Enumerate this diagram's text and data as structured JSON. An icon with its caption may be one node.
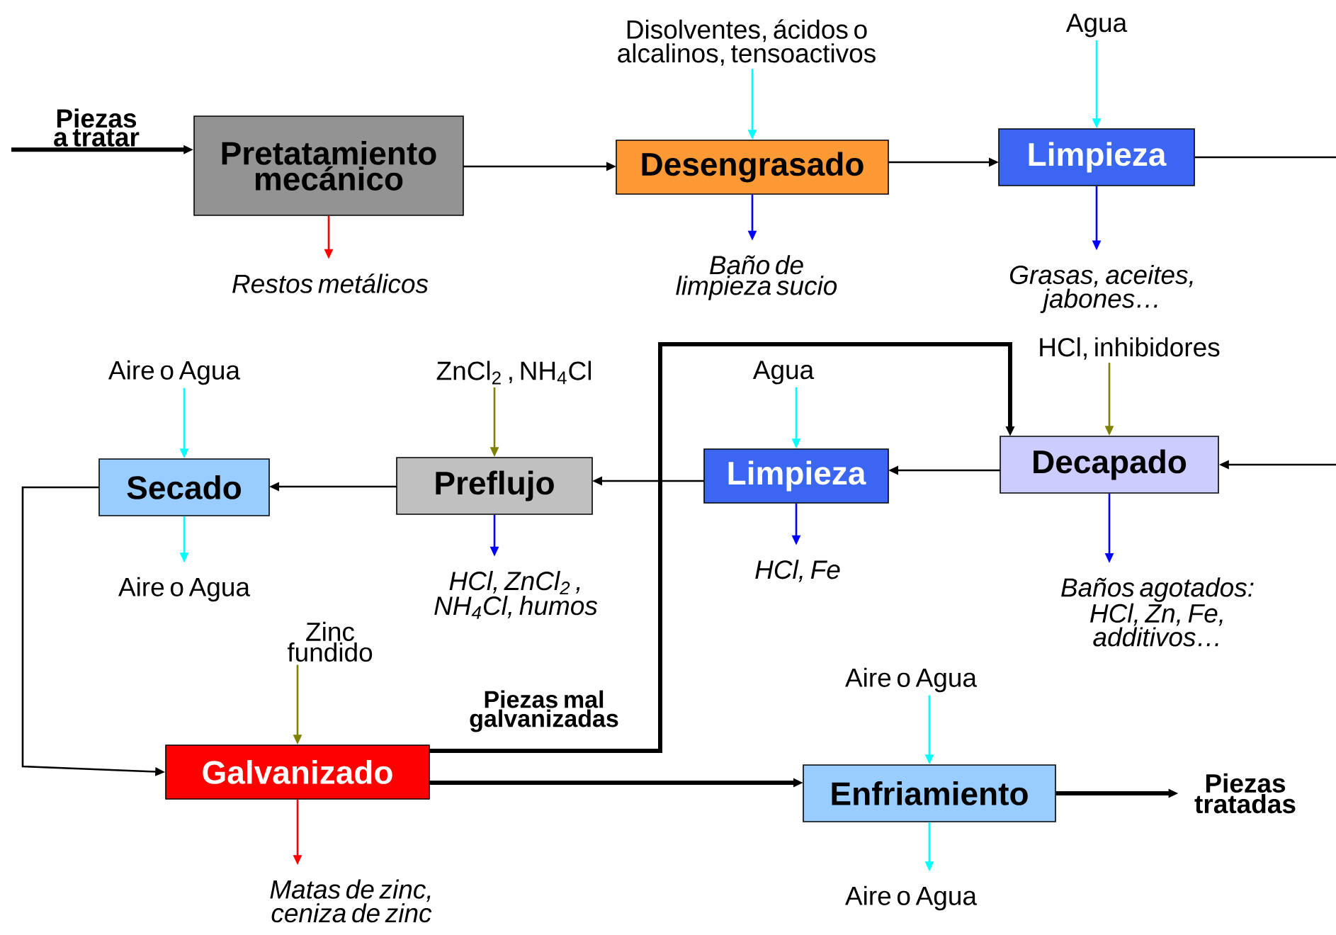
{
  "diagram": {
    "nodes": [
      {
        "text": [
          "Piezas a tratar"
        ]
      },
      {
        "text": [
          "Pretatamiento mecánico"
        ]
      },
      {
        "text": [
          "Restos metálicos"
        ]
      },
      {
        "text": [
          "Disolventes, ácidos o alcalinos, tensoactivos"
        ]
      },
      {
        "text": [
          "Desengrasado"
        ]
      },
      {
        "text": [
          "Baño de limpieza sucio"
        ]
      },
      {
        "text": [
          "Agua"
        ]
      },
      {
        "text": [
          "Limpieza"
        ]
      },
      {
        "text": [
          "Grasas, aceites, jabones…"
        ]
      },
      {
        "text": [
          "HCl, inhibidores"
        ]
      },
      {
        "text": [
          "Decapado"
        ]
      },
      {
        "text": [
          "Baños agotados: HCl, Zn, Fe, additivos…"
        ]
      },
      {
        "text": [
          "Agua"
        ]
      },
      {
        "text": [
          "Limpieza"
        ]
      },
      {
        "text": [
          "HCl, Fe"
        ]
      },
      {
        "text": [
          "ZnCl$_{2}$ , NH$_{4}$Cl"
        ]
      },
      {
        "text": [
          "Preflujo"
        ]
      },
      {
        "text": [
          "HCl, ZnCl$_{2}$ , NH$_{4}$Cl, humos"
        ]
      },
      {
        "text": [
          "Aire o Agua"
        ]
      },
      {
        "text": [
          "Secado"
        ]
      },
      {
        "text": [
          "Aire o Agua"
        ]
      },
      {
        "text": [
          "Zinc fundido"
        ]
      },
      {
        "text": [
          "Galvanizado"
        ]
      },
      {
        "text": [
          "Matas de zinc, ceniza de zinc"
        ]
      },
      {
        "text": [
          "Aire o Agua"
        ]
      },
      {
        "text": [
          "Enfriamiento"
        ]
      },
      {
        "text": [
          "Aire o Agua"
        ]
      },
      {
        "text": [
          "Piezas tratadas"
        ]
      }
    ],
    "edges": [
      {
        "from": 0,
        "to": 1,
        "arrow": "to",
        "style": "thick"
      },
      {
        "from": 1,
        "to": 2,
        "arrow": "to",
        "color": "#ff0000"
      },
      {
        "from": 1,
        "to": 4,
        "arrow": "to"
      },
      {
        "from": 3,
        "to": 4,
        "arrow": "to",
        "color": "#00ffff"
      },
      {
        "from": 4,
        "to": 5,
        "arrow": "to",
        "color": "#0000ff"
      },
      {
        "from": 4,
        "to": 7,
        "arrow": "to"
      },
      {
        "from": 6,
        "to": 7,
        "arrow": "to",
        "color": "#00ffff"
      },
      {
        "from": 7,
        "to": 8,
        "arrow": "to",
        "color": "#0000ff"
      },
      {
        "from": 7,
        "to": 10,
        "arrow": "to"
      },
      {
        "from": 9,
        "to": 10,
        "arrow": "to",
        "color": "#808000"
      },
      {
        "from": 10,
        "to": 11,
        "arrow": "to",
        "color": "#0000ff"
      },
      {
        "from": 10,
        "to": 13,
        "arrow": "to"
      },
      {
        "from": 12,
        "to": 13,
        "arrow": "to",
        "color": "#00ffff"
      },
      {
        "from": 13,
        "to": 14,
        "arrow": "to",
        "color": "#0000ff"
      },
      {
        "from": 13,
        "to": 16,
        "arrow": "to"
      },
      {
        "from": 15,
        "to": 16,
        "arrow": "to",
        "color": "#808000"
      },
      {
        "from": 16,
        "to": 17,
        "arrow": "to",
        "color": "#0000ff"
      },
      {
        "from": 16,
        "to": 19,
        "arrow": "to"
      },
      {
        "from": 18,
        "to": 19,
        "arrow": "to",
        "color": "#00ffff"
      },
      {
        "from": 19,
        "to": 20,
        "arrow": "to",
        "color": "#00ffff"
      },
      {
        "from": 19,
        "to": 22,
        "arrow": "to"
      },
      {
        "from": 21,
        "to": 22,
        "arrow": "to",
        "color": "#808000"
      },
      {
        "from": 22,
        "to": 23,
        "arrow": "to",
        "color": "#ff0000"
      },
      {
        "from": 22,
        "to": 10,
        "arrow": "to",
        "style": "thick",
        "label": "Piezas mal galvanizadas"
      },
      {
        "from": 22,
        "to": 25,
        "arrow": "to",
        "style": "thick"
      },
      {
        "from": 24,
        "to": 25,
        "arrow": "to",
        "color": "#00ffff"
      },
      {
        "from": 25,
        "to": 26,
        "arrow": "to",
        "color": "#00ffff"
      },
      {
        "from": 25,
        "to": 27,
        "arrow": "to",
        "style": "thick"
      }
    ]
  }
}
